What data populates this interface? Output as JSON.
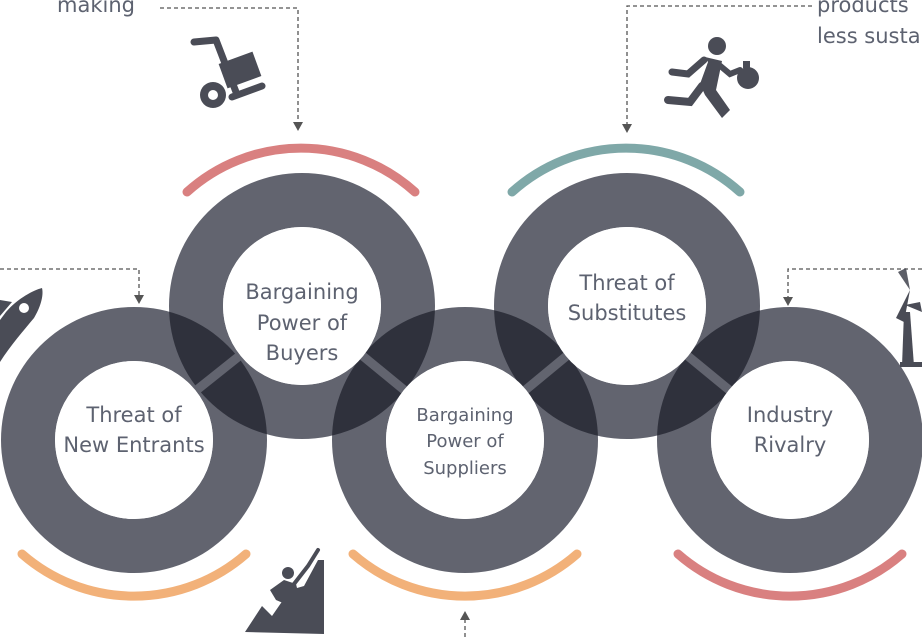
{
  "snippets": {
    "top_left": "making",
    "top_right_line1": "products",
    "top_right_line2": "less susta"
  },
  "forces": [
    {
      "id": "buyers",
      "lines": [
        "Bargaining",
        "Power of",
        "Buyers"
      ],
      "accent": "#d98080",
      "icon": "hand-truck-icon"
    },
    {
      "id": "substitutes",
      "lines": [
        "Threat of",
        "Substitutes"
      ],
      "accent": "#7fa8a8",
      "icon": "running-thief-icon"
    },
    {
      "id": "new_entrants",
      "lines": [
        "Threat of",
        "New Entrants"
      ],
      "accent": "#f2b179",
      "icon": "rocket-icon"
    },
    {
      "id": "suppliers",
      "lines": [
        "Bargaining",
        "Power of",
        "Suppliers"
      ],
      "accent": "#f2b179",
      "icon": "climber-icon"
    },
    {
      "id": "rivalry",
      "lines": [
        "Industry",
        "Rivalry"
      ],
      "accent": "#d98080",
      "icon": "wind-turbine-icon"
    }
  ],
  "colors": {
    "ring": "#62646f",
    "overlap": "#2f313c",
    "text": "#5d6270",
    "icon": "#4a4c56",
    "connector": "#555555"
  }
}
